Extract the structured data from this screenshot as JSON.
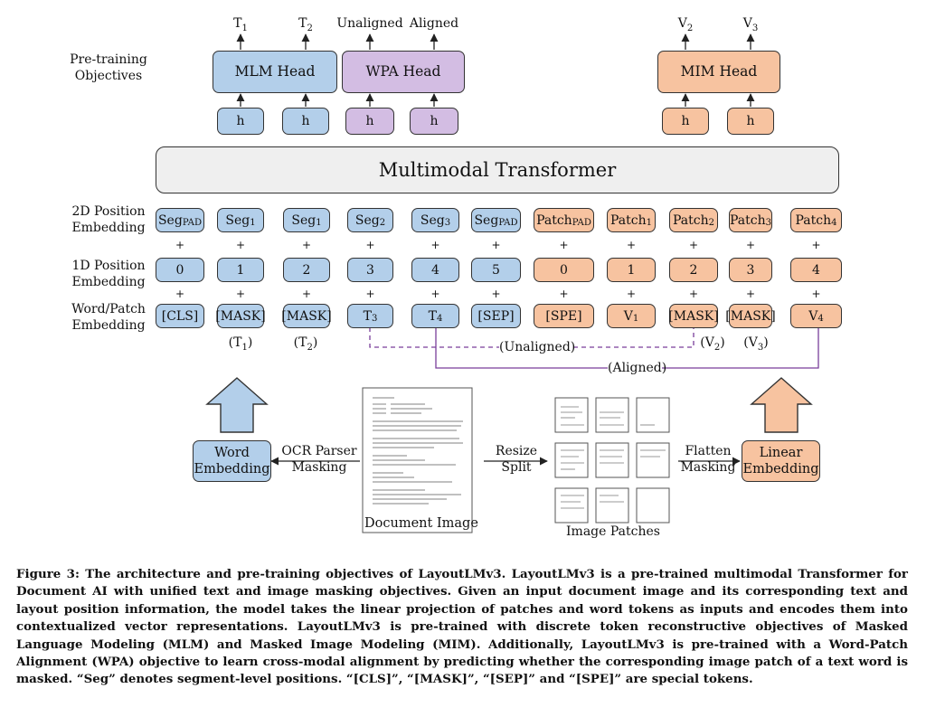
{
  "objectives": {
    "row_label": [
      "Pre-training",
      "Objectives"
    ],
    "outputs": [
      {
        "base": "T",
        "sub": "1"
      },
      {
        "base": "T",
        "sub": "2"
      },
      {
        "base": "Unaligned",
        "sub": ""
      },
      {
        "base": "Aligned",
        "sub": ""
      },
      {
        "base": "V",
        "sub": "2"
      },
      {
        "base": "V",
        "sub": "3"
      }
    ],
    "heads": [
      "MLM Head",
      "WPA Head",
      "MIM Head"
    ],
    "h_label": "h"
  },
  "transformer_label": "Multimodal Transformer",
  "row_labels": {
    "pos2d": [
      "2D Position",
      "Embedding"
    ],
    "pos1d": [
      "1D Position",
      "Embedding"
    ],
    "word": [
      "Word/Patch",
      "Embedding"
    ]
  },
  "pos2d": [
    {
      "base": "Seg",
      "sub": "PAD"
    },
    {
      "base": "Seg",
      "sub": "1"
    },
    {
      "base": "Seg",
      "sub": "1"
    },
    {
      "base": "Seg",
      "sub": "2"
    },
    {
      "base": "Seg",
      "sub": "3"
    },
    {
      "base": "Seg",
      "sub": "PAD"
    },
    {
      "base": "Patch",
      "sub": "PAD"
    },
    {
      "base": "Patch",
      "sub": "1"
    },
    {
      "base": "Patch",
      "sub": "2"
    },
    {
      "base": "Patch",
      "sub": "3"
    },
    {
      "base": "Patch",
      "sub": "4"
    }
  ],
  "pos1d": [
    "0",
    "1",
    "2",
    "3",
    "4",
    "5",
    "0",
    "1",
    "2",
    "3",
    "4"
  ],
  "tokens": [
    {
      "base": "[CLS]",
      "sub": ""
    },
    {
      "base": "[MASK]",
      "sub": ""
    },
    {
      "base": "[MASK]",
      "sub": ""
    },
    {
      "base": "T",
      "sub": "3"
    },
    {
      "base": "T",
      "sub": "4"
    },
    {
      "base": "[SEP]",
      "sub": ""
    },
    {
      "base": "[SPE]",
      "sub": ""
    },
    {
      "base": "V",
      "sub": "1"
    },
    {
      "base": "[MASK]",
      "sub": ""
    },
    {
      "base": "[MASK]",
      "sub": ""
    },
    {
      "base": "V",
      "sub": "4"
    }
  ],
  "plus_symbol": "+",
  "masked_targets": [
    {
      "base": "(T",
      "sub": "1",
      "tail": ")"
    },
    {
      "base": "(T",
      "sub": "2",
      "tail": ")"
    },
    {
      "base": "(V",
      "sub": "2",
      "tail": ")"
    },
    {
      "base": "(V",
      "sub": "3",
      "tail": ")"
    }
  ],
  "alignment": {
    "unaligned": "(Unaligned)",
    "aligned": "(Aligned)"
  },
  "pipeline": {
    "word_embedding": [
      "Word",
      "Embedding"
    ],
    "ocr": [
      "OCR Parser",
      "Masking"
    ],
    "document_image": "Document Image",
    "resize": [
      "Resize",
      "Split"
    ],
    "image_patches": "Image Patches",
    "flatten": [
      "Flatten",
      "Masking"
    ],
    "linear_embedding": [
      "Linear",
      "Embedding"
    ]
  },
  "colors": {
    "text_blue": "#b3cfea",
    "wpa_purple": "#d3bde3",
    "image_orange": "#f7c3a0",
    "transformer_gray": "#efefef",
    "alignment_line": "#7a3f9a"
  },
  "caption": "Figure 3: The architecture and pre-training objectives of LayoutLMv3. LayoutLMv3 is a pre-trained multimodal Transformer for Document AI with unified text and image masking objectives. Given an input document image and its corresponding text and layout position information, the model takes the linear projection of patches and word tokens as inputs and encodes them into contextualized vector representations. LayoutLMv3 is pre-trained with discrete token reconstructive objectives of Masked Language Modeling (MLM) and Masked Image Modeling (MIM). Additionally, LayoutLMv3 is pre-trained with a Word-Patch Alignment (WPA) objective to learn cross-modal alignment by predicting whether the corresponding image patch of a text word is masked. “Seg” denotes segment-level positions. “[CLS]”, “[MASK]”, “[SEP]” and “[SPE]” are special tokens."
}
